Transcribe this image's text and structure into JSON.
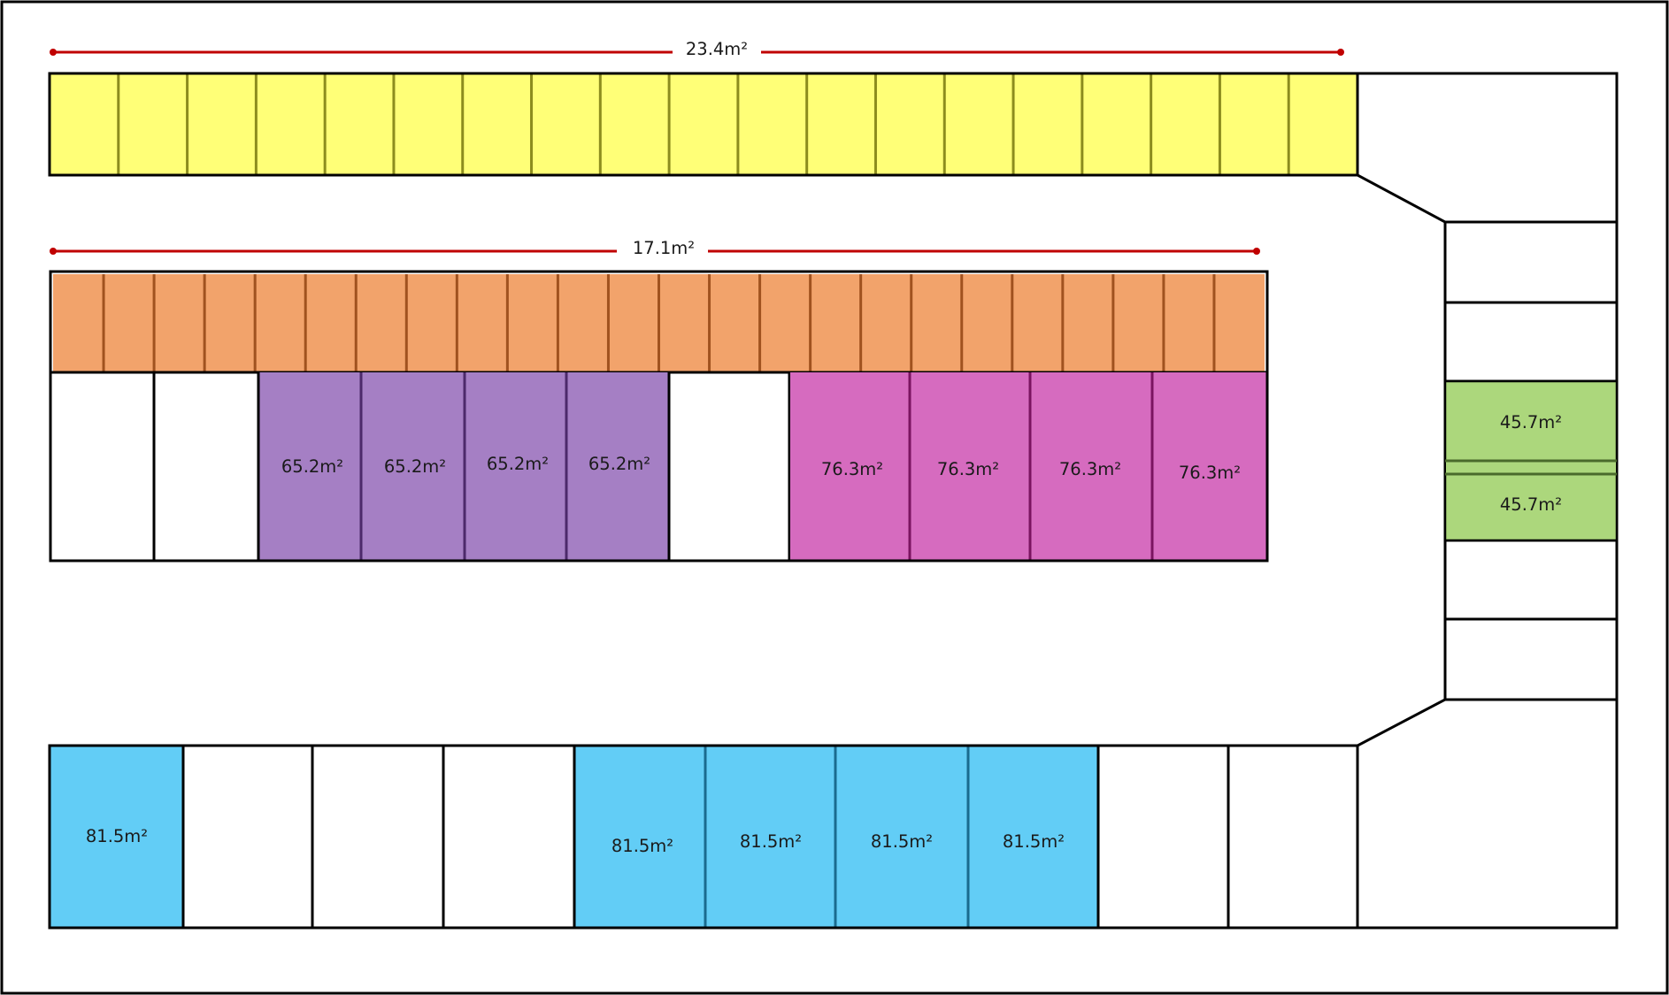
{
  "area_unit_suffix": "m²",
  "colors": {
    "yellow": "#ffff77",
    "yellow_divider": "#8c8c1e",
    "orange": "#f2a36b",
    "orange_divider": "#a0521f",
    "purple": "#a57fc4",
    "purple_divider": "#4c2a6a",
    "magenta": "#d66bbf",
    "magenta_divider": "#7a1460",
    "green": "#acd77c",
    "green_divider": "#4a6a2b",
    "blue": "#62cdf6",
    "blue_divider": "#1a6b8f",
    "dimension_line": "#c00000",
    "outline": "#000000"
  },
  "dimensions": {
    "top_row": "23.4m²",
    "second_row": "17.1m²"
  },
  "units": {
    "purple": [
      "65.2m²",
      "65.2m²",
      "65.2m²",
      "65.2m²"
    ],
    "magenta": [
      "76.3m²",
      "76.3m²",
      "76.3m²",
      "76.3m²"
    ],
    "green": [
      "45.7m²",
      "45.7m²"
    ],
    "blue_single": "81.5m²",
    "blue_group": [
      "81.5m²",
      "81.5m²",
      "81.5m²",
      "81.5m²"
    ]
  }
}
